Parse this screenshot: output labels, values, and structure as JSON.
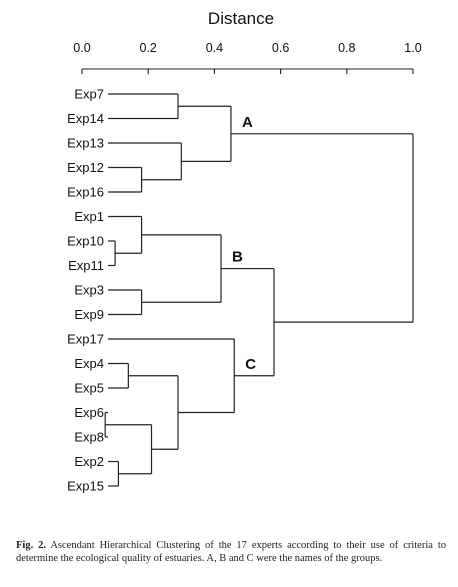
{
  "dendrogram": {
    "axis_title": "Distance",
    "axis_ticks": [
      "0.0",
      "0.2",
      "0.4",
      "0.6",
      "0.8",
      "1.0"
    ],
    "leaves": [
      "Exp7",
      "Exp14",
      "Exp13",
      "Exp12",
      "Exp16",
      "Exp1",
      "Exp10",
      "Exp11",
      "Exp3",
      "Exp9",
      "Exp17",
      "Exp4",
      "Exp5",
      "Exp6",
      "Exp8",
      "Exp2",
      "Exp15"
    ],
    "group_labels": [
      "A",
      "B",
      "C"
    ],
    "merges": [
      {
        "a": "Exp7",
        "b": "Exp14",
        "d": 0.29,
        "id": "m1"
      },
      {
        "a": "Exp12",
        "b": "Exp16",
        "d": 0.18,
        "id": "m2"
      },
      {
        "a": "Exp13",
        "b": "m2",
        "d": 0.3,
        "id": "m3"
      },
      {
        "a": "m1",
        "b": "m3",
        "d": 0.45,
        "id": "mA"
      },
      {
        "a": "Exp10",
        "b": "Exp11",
        "d": 0.1,
        "id": "m4"
      },
      {
        "a": "Exp1",
        "b": "m4",
        "d": 0.18,
        "id": "m5"
      },
      {
        "a": "Exp3",
        "b": "Exp9",
        "d": 0.18,
        "id": "m6"
      },
      {
        "a": "m5",
        "b": "m6",
        "d": 0.42,
        "id": "mB"
      },
      {
        "a": "Exp4",
        "b": "Exp5",
        "d": 0.14,
        "id": "m7"
      },
      {
        "a": "Exp6",
        "b": "Exp8",
        "d": 0.07,
        "id": "m8"
      },
      {
        "a": "Exp2",
        "b": "Exp15",
        "d": 0.11,
        "id": "m9"
      },
      {
        "a": "m8",
        "b": "m9",
        "d": 0.21,
        "id": "m10"
      },
      {
        "a": "m7",
        "b": "m10",
        "d": 0.29,
        "id": "m11"
      },
      {
        "a": "Exp17",
        "b": "m11",
        "d": 0.46,
        "id": "mC"
      },
      {
        "a": "mB",
        "b": "mC",
        "d": 0.58,
        "id": "mBC"
      },
      {
        "a": "mA",
        "b": "mBC",
        "d": 1.0,
        "id": "root"
      }
    ],
    "group_nodes": {
      "A": "mA",
      "B": "mB",
      "C": "mC"
    }
  },
  "caption": {
    "label": "Fig. 2.",
    "text": "Ascendant Hierarchical Clustering of the 17 experts according to their use of criteria to determine the ecological quality of estuaries. A, B and C were the names of the groups."
  }
}
